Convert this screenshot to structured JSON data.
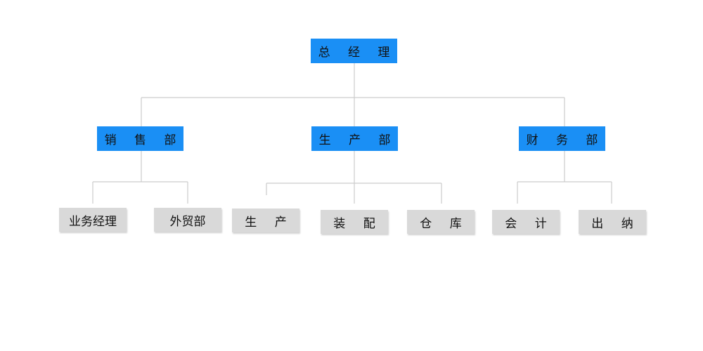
{
  "org_chart": {
    "root": {
      "label": "总 经 理"
    },
    "departments": [
      {
        "label": "销 售 部",
        "children": [
          "业务经理",
          "外贸部"
        ]
      },
      {
        "label": "生 产 部",
        "children": [
          "生 产",
          "装 配",
          "仓 库"
        ]
      },
      {
        "label": "财 务 部",
        "children": [
          "会 计",
          "出 纳"
        ]
      }
    ]
  },
  "colors": {
    "primary_node": "#1a8ff5",
    "secondary_node": "#d9d9d9",
    "connector": "#cccccc"
  }
}
